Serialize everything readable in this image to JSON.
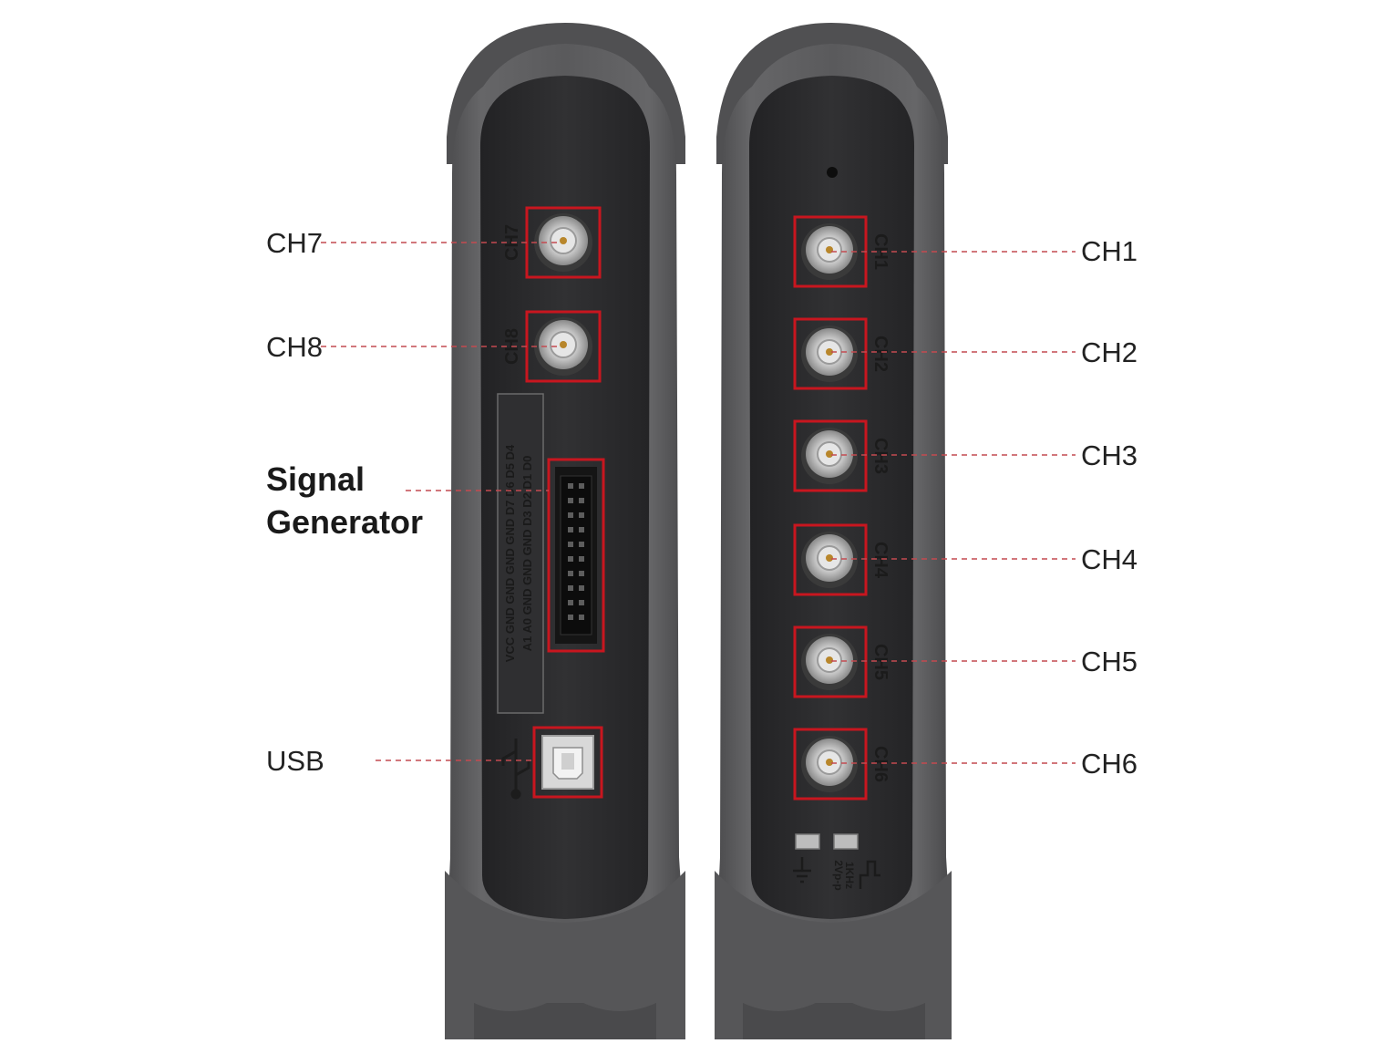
{
  "colors": {
    "housing": "#5c5c5e",
    "housing_dark": "#3f3f41",
    "panel": "#2b2b2d",
    "highlight_box": "#c8161f",
    "leader_line": "#c44a50",
    "connector_metal": "#c9c9c9",
    "connector_pin": "#b8862b"
  },
  "left_device": {
    "channel_labels": [
      "CH7",
      "CH8"
    ],
    "pin_header_lines": [
      "VCC GND GND GND GND D7 D6 D5 D4",
      "A1 A0 GND GND GND D3 D2 D1 D0"
    ],
    "usb_icon": "usb-icon"
  },
  "right_device": {
    "channel_labels": [
      "CH1",
      "CH2",
      "CH3",
      "CH4",
      "CH5",
      "CH6"
    ],
    "probe_comp_label": [
      "1KHz",
      "2Vp-p"
    ],
    "ground_icon": "ground-icon",
    "square_wave_icon": "square-wave-icon"
  },
  "callouts": {
    "ch7": "CH7",
    "ch8": "CH8",
    "signal_generator": [
      "Signal",
      "Generator"
    ],
    "usb": "USB",
    "ch1": "CH1",
    "ch2": "CH2",
    "ch3": "CH3",
    "ch4": "CH4",
    "ch5": "CH5",
    "ch6": "CH6"
  }
}
